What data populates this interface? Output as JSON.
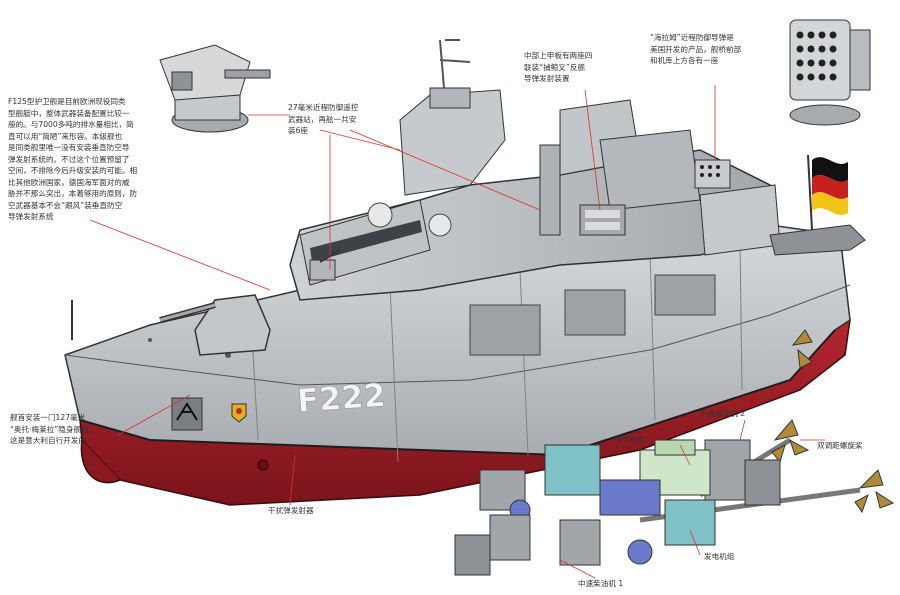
{
  "hull_number": "F222",
  "annotations": {
    "intro": [
      "F125型护卫舰是目前欧洲现役同类",
      "型舰艇中，整体武器装备配置比较一",
      "般的。与7000多吨的排水量相比，简",
      "直可以用“简陋”来形容。本级舰也",
      "是同类舰里唯一没有安装垂直防空导",
      "弹发射系统的。不过这个位置预留了",
      "空间，不排除今后升级安装的可能。相",
      "比其他欧洲国家，德国海军面对的威",
      "胁并不那么突出，本着够用的原则，防",
      "空武器基本不会“跟风”装垂直防空",
      "导弹发射系统"
    ],
    "gun27": [
      "27毫米近程防御遥控",
      "武器站，再舷一共安",
      "装6座"
    ],
    "harpoon": [
      "中部上甲板有两座四",
      "联装“捕鲸叉”反舰",
      "导弹发射装置"
    ],
    "ram": [
      "“海拉姆”近程防御导弹是",
      "美国开发的产品，舰桥前部",
      "和机库上方各有一座"
    ],
    "main_gun": [
      "舰首安装一门127毫米",
      "“奥托·梅莱拉”隐身舰炮，",
      "这是意大利自行开发的"
    ],
    "decoy": [
      "干扰弹发射器"
    ],
    "diesel2": [
      "中速柴油机 2"
    ],
    "turbine": [
      "燃气轮机"
    ],
    "propeller": [
      "双调距螺旋桨"
    ],
    "generator": [
      "发电机组"
    ],
    "diesel1": [
      "中速柴油机 1"
    ]
  },
  "colors": {
    "hull_grey": "#c9ccce",
    "superstructure": "#b9bdc0",
    "waterline_red": "#a6232b",
    "deck": "#8e9296",
    "propeller": "#b08a3a",
    "engine_teal": "#7fc1c7",
    "engine_blue": "#6a79c9",
    "engine_grey": "#a2a6ab",
    "leader": "#d6322f"
  },
  "icons": [
    "german-flag-icon",
    "ram-launcher-icon",
    "remote-weapon-station-icon",
    "eagle-emblem-icon",
    "coat-of-arms-icon"
  ]
}
